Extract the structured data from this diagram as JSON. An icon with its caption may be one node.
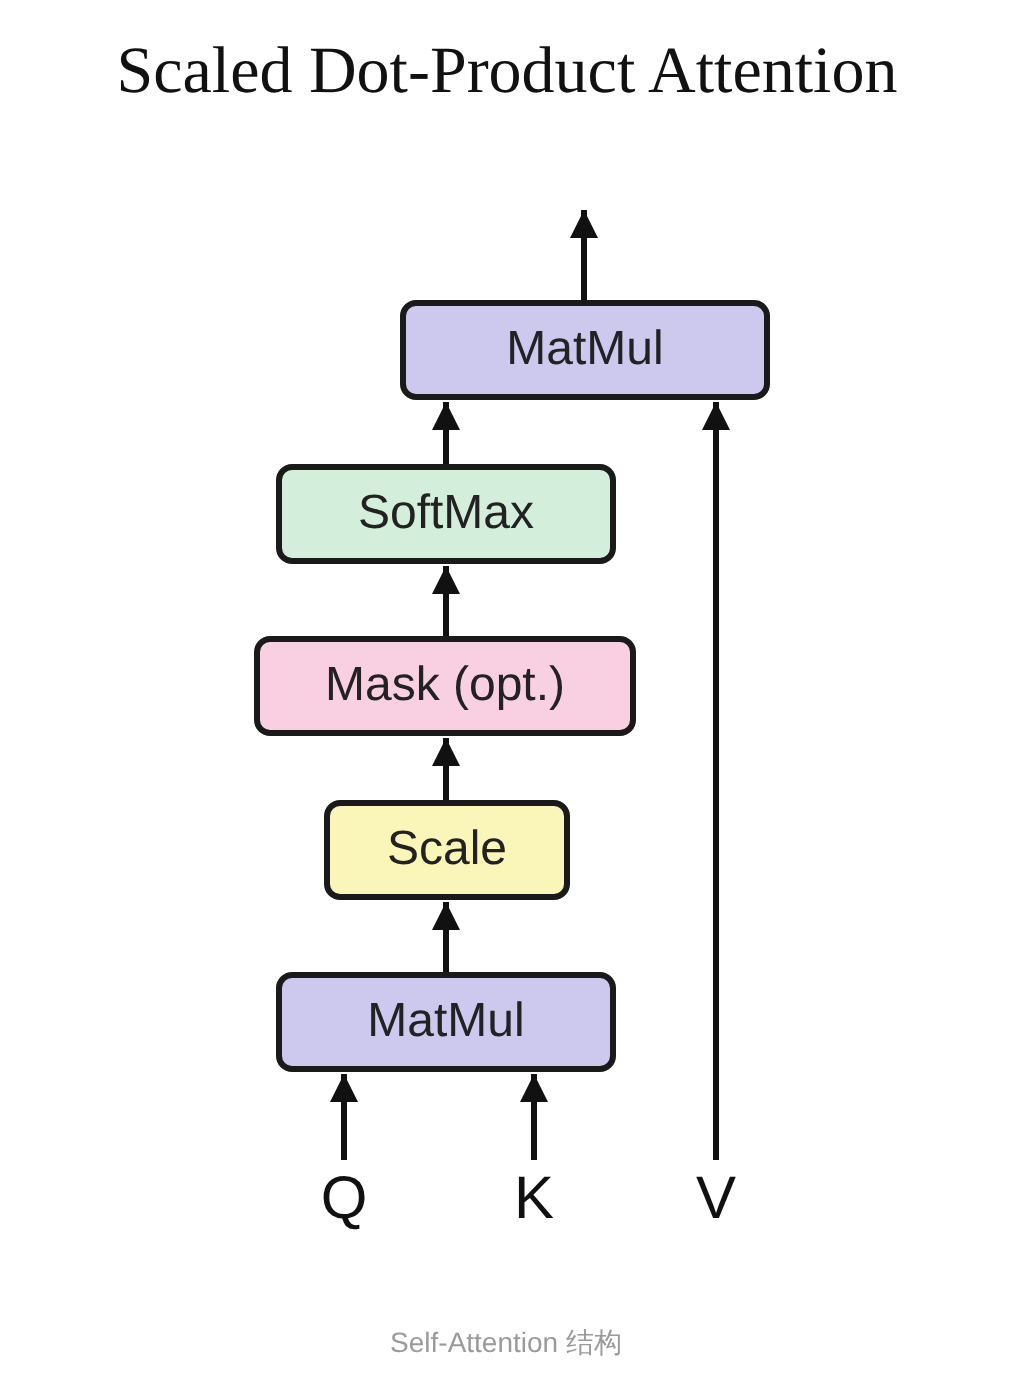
{
  "diagram": {
    "title": "Scaled Dot-Product Attention",
    "caption": "Self-Attention 结构",
    "nodes": [
      {
        "text": [
          "MatMul"
        ]
      },
      {
        "text": [
          "SoftMax"
        ]
      },
      {
        "text": [
          "Mask (opt.)"
        ]
      },
      {
        "text": [
          "Scale"
        ]
      },
      {
        "text": [
          "MatMul"
        ]
      },
      {
        "text": [
          "Q"
        ]
      },
      {
        "text": [
          "K"
        ]
      },
      {
        "text": [
          "V"
        ]
      }
    ],
    "edges": [
      {
        "from": 5,
        "to": 4,
        "arrow": "to"
      },
      {
        "from": 6,
        "to": 4,
        "arrow": "to"
      },
      {
        "from": 4,
        "to": 3,
        "arrow": "to"
      },
      {
        "from": 3,
        "to": 2,
        "arrow": "to"
      },
      {
        "from": 2,
        "to": 1,
        "arrow": "to"
      },
      {
        "from": 1,
        "to": 0,
        "arrow": "to"
      },
      {
        "from": 7,
        "to": 0,
        "arrow": "to"
      },
      {
        "from": 0,
        "to": null,
        "arrow": "to"
      }
    ]
  }
}
